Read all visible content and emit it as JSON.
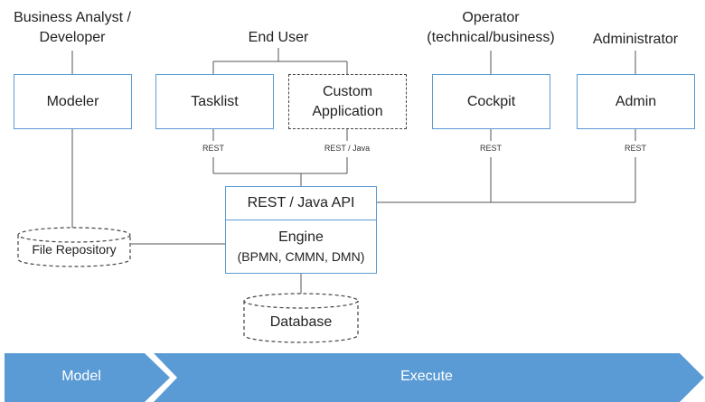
{
  "roles": {
    "business_analyst": [
      "Business Analyst /",
      "Developer"
    ],
    "end_user": "End User",
    "operator": [
      "Operator",
      "(technical/business)"
    ],
    "administrator": "Administrator"
  },
  "components": {
    "modeler": "Modeler",
    "tasklist": "Tasklist",
    "custom_app": [
      "Custom",
      "Application"
    ],
    "cockpit": "Cockpit",
    "admin": "Admin",
    "api": "REST / Java API",
    "engine_title": "Engine",
    "engine_sub": "(BPMN, CMMN, DMN)"
  },
  "protocols": {
    "tasklist": "REST",
    "custom_app": "REST / Java",
    "cockpit": "REST",
    "admin": "REST"
  },
  "storage": {
    "file_repository": "File Repository",
    "database": "Database"
  },
  "stages": {
    "model": "Model",
    "execute": "Execute"
  },
  "colors": {
    "box_border": "#5b9bd5",
    "stage_fill": "#5b9bd5",
    "line": "#555555"
  }
}
